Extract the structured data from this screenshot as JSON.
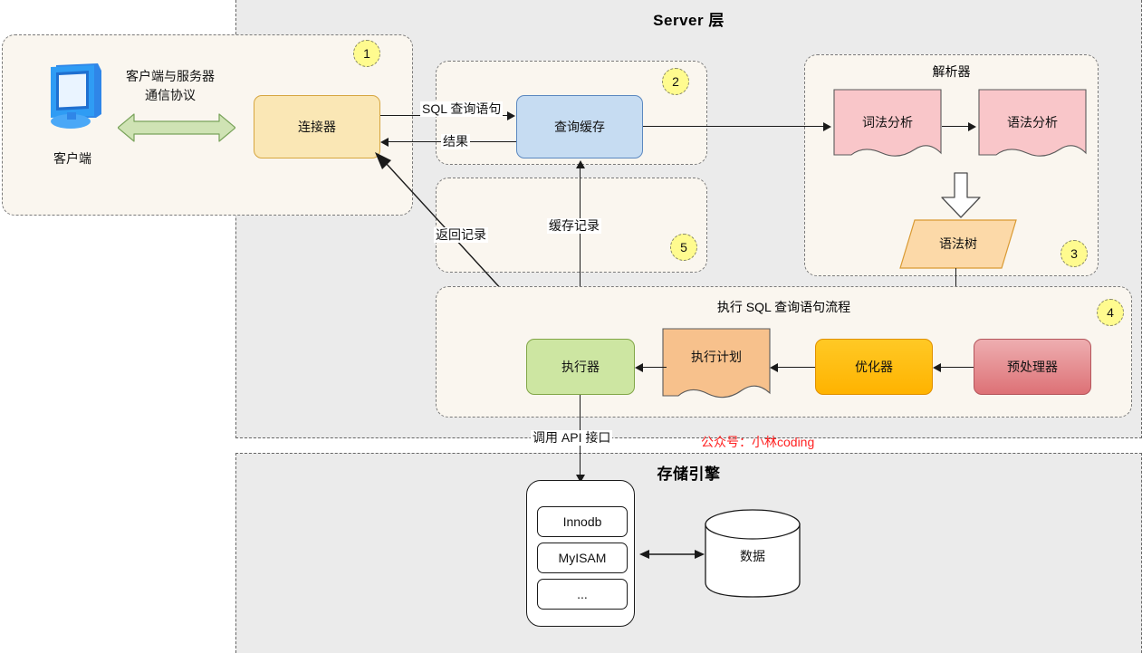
{
  "layers": {
    "server": {
      "title": "Server 层"
    },
    "storage": {
      "title": "存储引擎"
    }
  },
  "groups": {
    "client": {
      "badge": "1"
    },
    "query_cache": {
      "badge": "2"
    },
    "return_record": {
      "badge": "5"
    },
    "parser": {
      "label": "解析器",
      "badge": "3"
    },
    "execute_flow": {
      "label": "执行 SQL 查询语句流程",
      "badge": "4"
    }
  },
  "nodes": {
    "client": "客户端",
    "connector": "连接器",
    "query_cache": "查询缓存",
    "lexical_analysis": "词法分析",
    "syntax_analysis": "语法分析",
    "syntax_tree": "语法树",
    "preprocessor": "预处理器",
    "optimizer": "优化器",
    "execution_plan": "执行计划",
    "executor": "执行器"
  },
  "engine": {
    "items": [
      "Innodb",
      "MyISAM",
      "..."
    ],
    "data_label": "数据"
  },
  "edges": {
    "protocol": "客户端与服务器\n通信协议",
    "protocol_line1": "客户端与服务器",
    "protocol_line2": "通信协议",
    "sql_query": "SQL 查询语句",
    "result": "结果",
    "cache_record": "缓存记录",
    "return_record": "返回记录",
    "call_api": "调用 API 接口"
  },
  "watermark": "公众号：小林coding",
  "colors": {
    "layer_bg": "#ebebeb",
    "group_bg": "#faf6ef",
    "badge": "#fffb8f",
    "connector": "#fae7b5",
    "query_cache": "#c6dcf2",
    "analysis": "#f9c6c9",
    "syntax_tree": "#fcd9a8",
    "preprocessor": "#dd7176",
    "optimizer": "#ffb300",
    "execution_plan": "#f7c18c",
    "executor": "#cde6a2",
    "arrow_green": "#cfe3b4",
    "watermark": "#ff2222"
  }
}
